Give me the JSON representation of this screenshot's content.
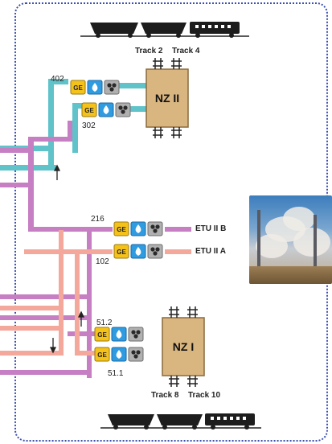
{
  "units": {
    "nz2": {
      "title": "NZ II",
      "track_a": "Track 2",
      "track_b": "Track 4"
    },
    "nz1": {
      "title": "NZ I",
      "track_a": "Track 8",
      "track_b": "Track 10"
    }
  },
  "pipes": {
    "p402": "402",
    "p302": "302",
    "p216": "216",
    "p102": "102",
    "p51_2": "51.2",
    "p51_1": "51.1"
  },
  "outputs": {
    "etu2b": "ETU II B",
    "etu2a": "ETU II A"
  },
  "module_badge": "GE",
  "icons": [
    "ge-badge",
    "water-drop-icon",
    "coal-icon"
  ],
  "colors": {
    "cyan": "#5fc3c9",
    "purple": "#c77fc4",
    "salmon": "#f4a79b",
    "unit_box": "#d9b580",
    "badge_yellow": "#f5c21a",
    "badge_blue": "#2f9be0",
    "badge_gray": "#b0b0b0",
    "frame": "#3b4fb0"
  }
}
